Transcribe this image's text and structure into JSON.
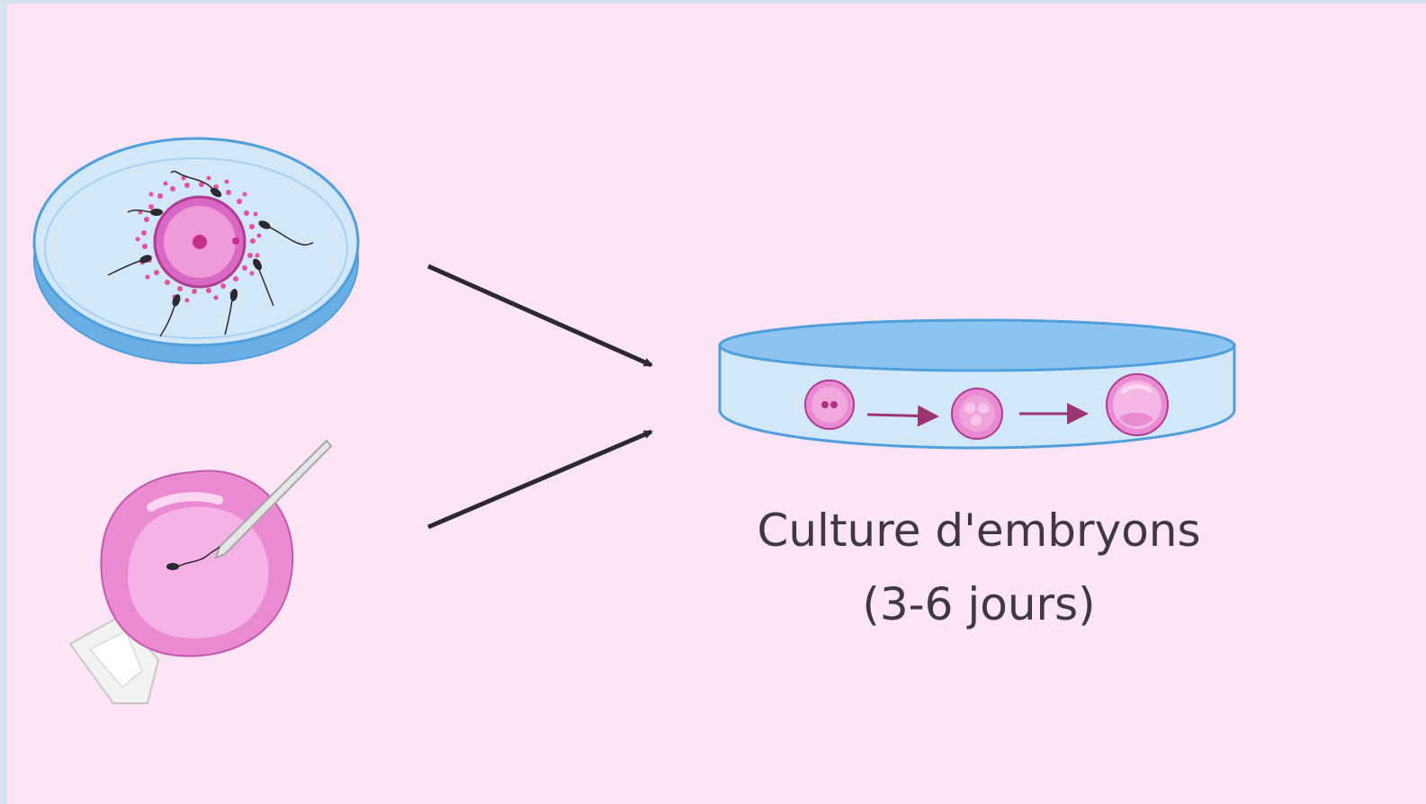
{
  "caption": {
    "line1": "Culture d'embryons",
    "line2": "(3-6 jours)"
  },
  "panels": [
    {
      "id": "conventional-ivf",
      "icon": "petri-dish-egg-sperm-icon"
    },
    {
      "id": "icsi",
      "icon": "egg-micro-injection-icon"
    },
    {
      "id": "embryo-culture",
      "icon": "culture-dish-embryo-stages-icon"
    }
  ],
  "colors": {
    "background": "#fde4f6",
    "border": "#d4e3ee",
    "dish_fill": "#cfe6f8",
    "dish_edge": "#4e9fdc",
    "dish_top": "#8cc3ef",
    "egg": "#e98ad2",
    "embryo_arrow": "#9b3570",
    "flow_arrow": "#2b2830",
    "caption_text": "#3e3844"
  }
}
